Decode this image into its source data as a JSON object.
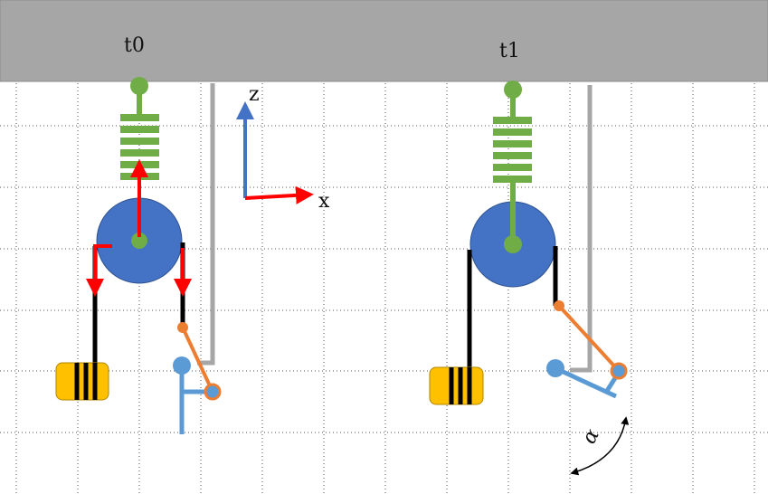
{
  "labels": {
    "t0": "t0",
    "t1": "t1",
    "axis_z": "z",
    "axis_x": "x",
    "angle": "α"
  },
  "colors": {
    "ceiling": "#a6a6a6",
    "spring": "#70ad47",
    "pulley": "#4472c4",
    "rope": "#000000",
    "rod": "#a6a6a6",
    "arrow": "#ff0000",
    "link": "#ed7d31",
    "lever": "#5b9bd5",
    "weight": "#ffc000",
    "grid": "#555555"
  }
}
